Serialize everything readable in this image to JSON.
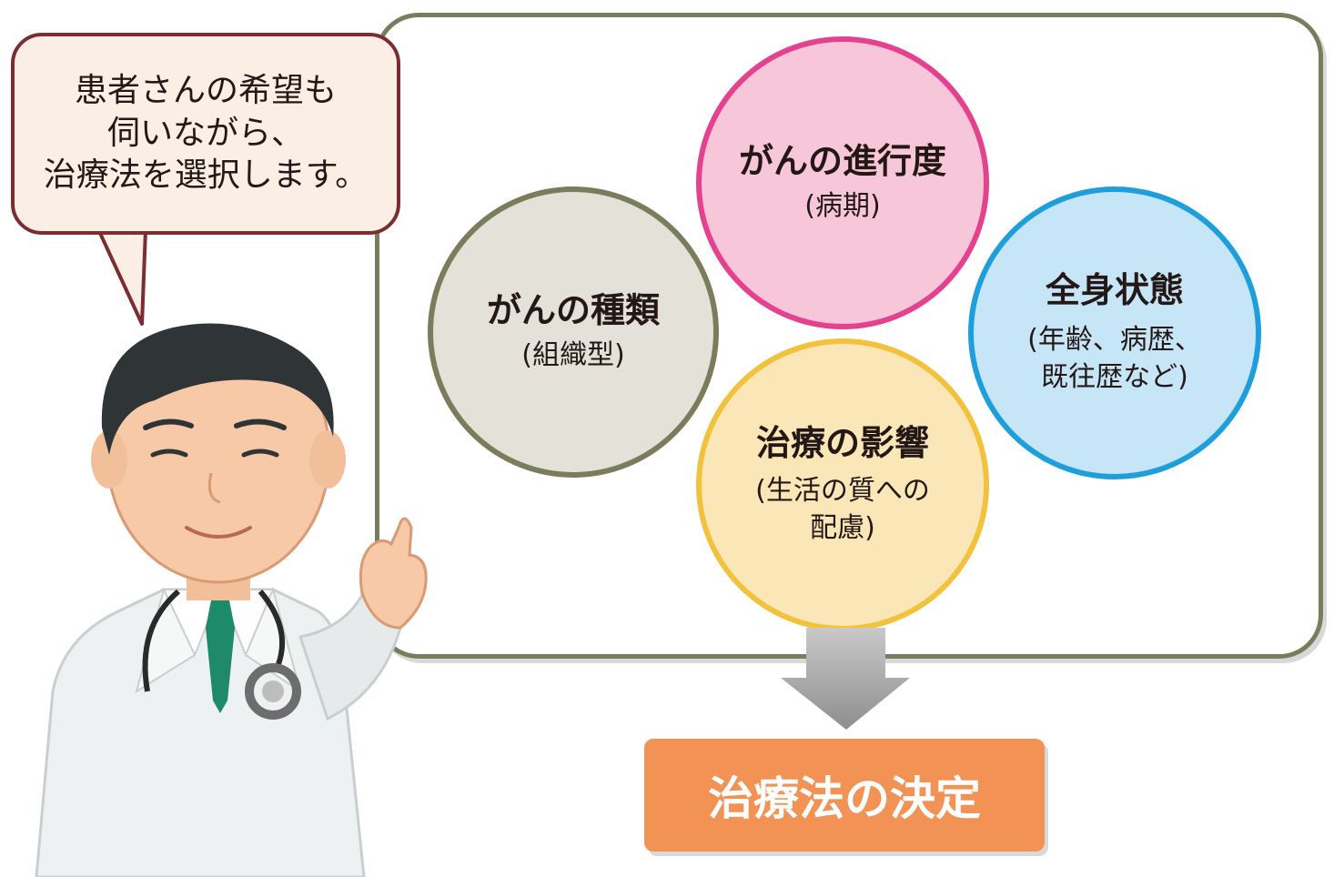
{
  "speech_bubble": {
    "lines": [
      "患者さんの希望も",
      "伺いながら、",
      "治療法を選択します。"
    ]
  },
  "factors": {
    "cancer_type": {
      "title": "がんの種類",
      "sub": "(組織型)"
    },
    "cancer_stage": {
      "title": "がんの進行度",
      "sub": "(病期)"
    },
    "general_condition": {
      "title": "全身状態",
      "sub": "(年齢、病歴、\n既往歴など)"
    },
    "treatment_impact": {
      "title": "治療の影響",
      "sub": "(生活の質への\n配慮)"
    }
  },
  "result": {
    "label": "治療法の決定"
  },
  "colors": {
    "frame": "#7a7d5c",
    "cancer_type": "#e3e1d8",
    "cancer_stage": "#f7c6d9",
    "general_condition": "#c6e5f6",
    "treatment_impact": "#fae6b6",
    "result": "#f29254",
    "bubble": "#fbeee4"
  }
}
